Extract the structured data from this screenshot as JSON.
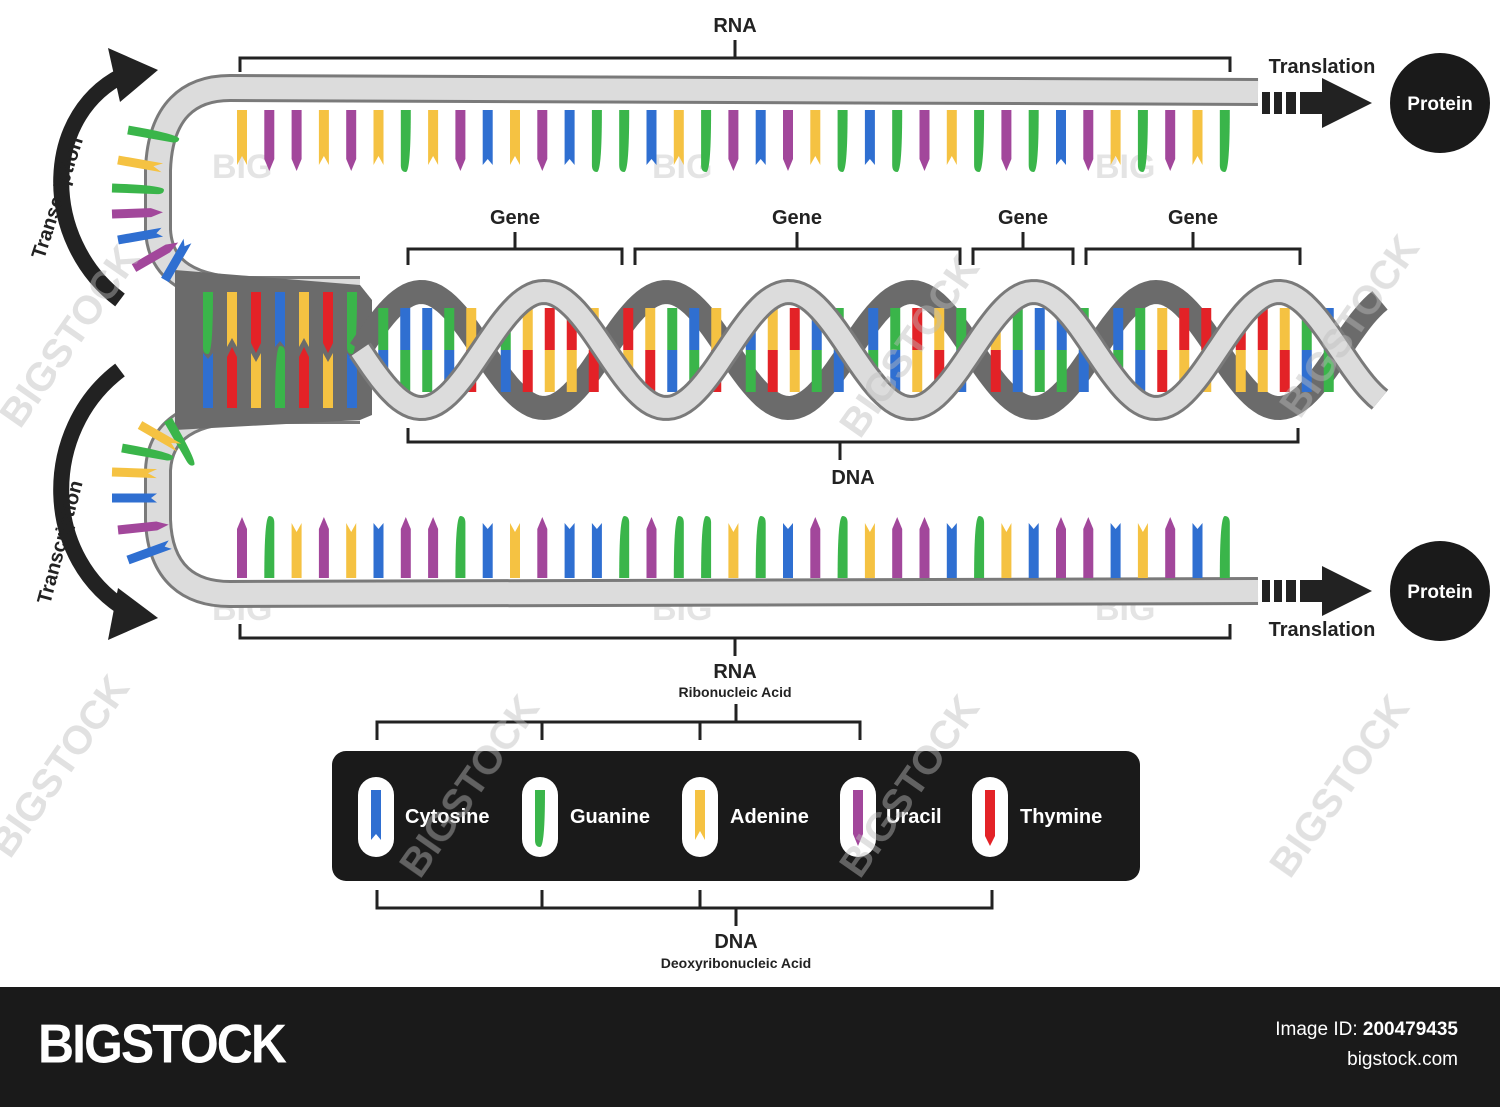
{
  "diagram": {
    "rna_top_label": "RNA",
    "translation_top_label": "Translation",
    "protein_top_label": "Protein",
    "transcription_top_label": "Transcription",
    "transcription_bottom_label": "Transcription",
    "gene_labels": [
      "Gene",
      "Gene",
      "Gene",
      "Gene"
    ],
    "dna_label": "DNA",
    "rna_bottom_label": "RNA",
    "rna_bottom_sub": "Ribonucleic Acid",
    "translation_bottom_label": "Translation",
    "protein_bottom_label": "Protein",
    "dna_legend_label": "DNA",
    "dna_legend_sub": "Deoxyribonucleic Acid",
    "watermark_big": "BIG",
    "watermark_bigstock": "BIGSTOCK"
  },
  "legend": {
    "items": [
      {
        "name": "Cytosine",
        "color": "#2f6fd1"
      },
      {
        "name": "Guanine",
        "color": "#3ab54a"
      },
      {
        "name": "Adenine",
        "color": "#f5c242"
      },
      {
        "name": "Uracil",
        "color": "#a2479b"
      },
      {
        "name": "Thymine",
        "color": "#e32227"
      }
    ]
  },
  "colors": {
    "cytosine": "#2f6fd1",
    "guanine": "#3ab54a",
    "adenine": "#f5c242",
    "uracil": "#a2479b",
    "thymine": "#e32227",
    "backbone": "#d9d9d9",
    "backbone_dark": "#6b6b6b",
    "panel": "#1a1a1a"
  },
  "footer": {
    "brand": "BIGSTOCK",
    "image_id_label": "Image ID:",
    "image_id": "200479435",
    "site": "bigstock.com"
  }
}
